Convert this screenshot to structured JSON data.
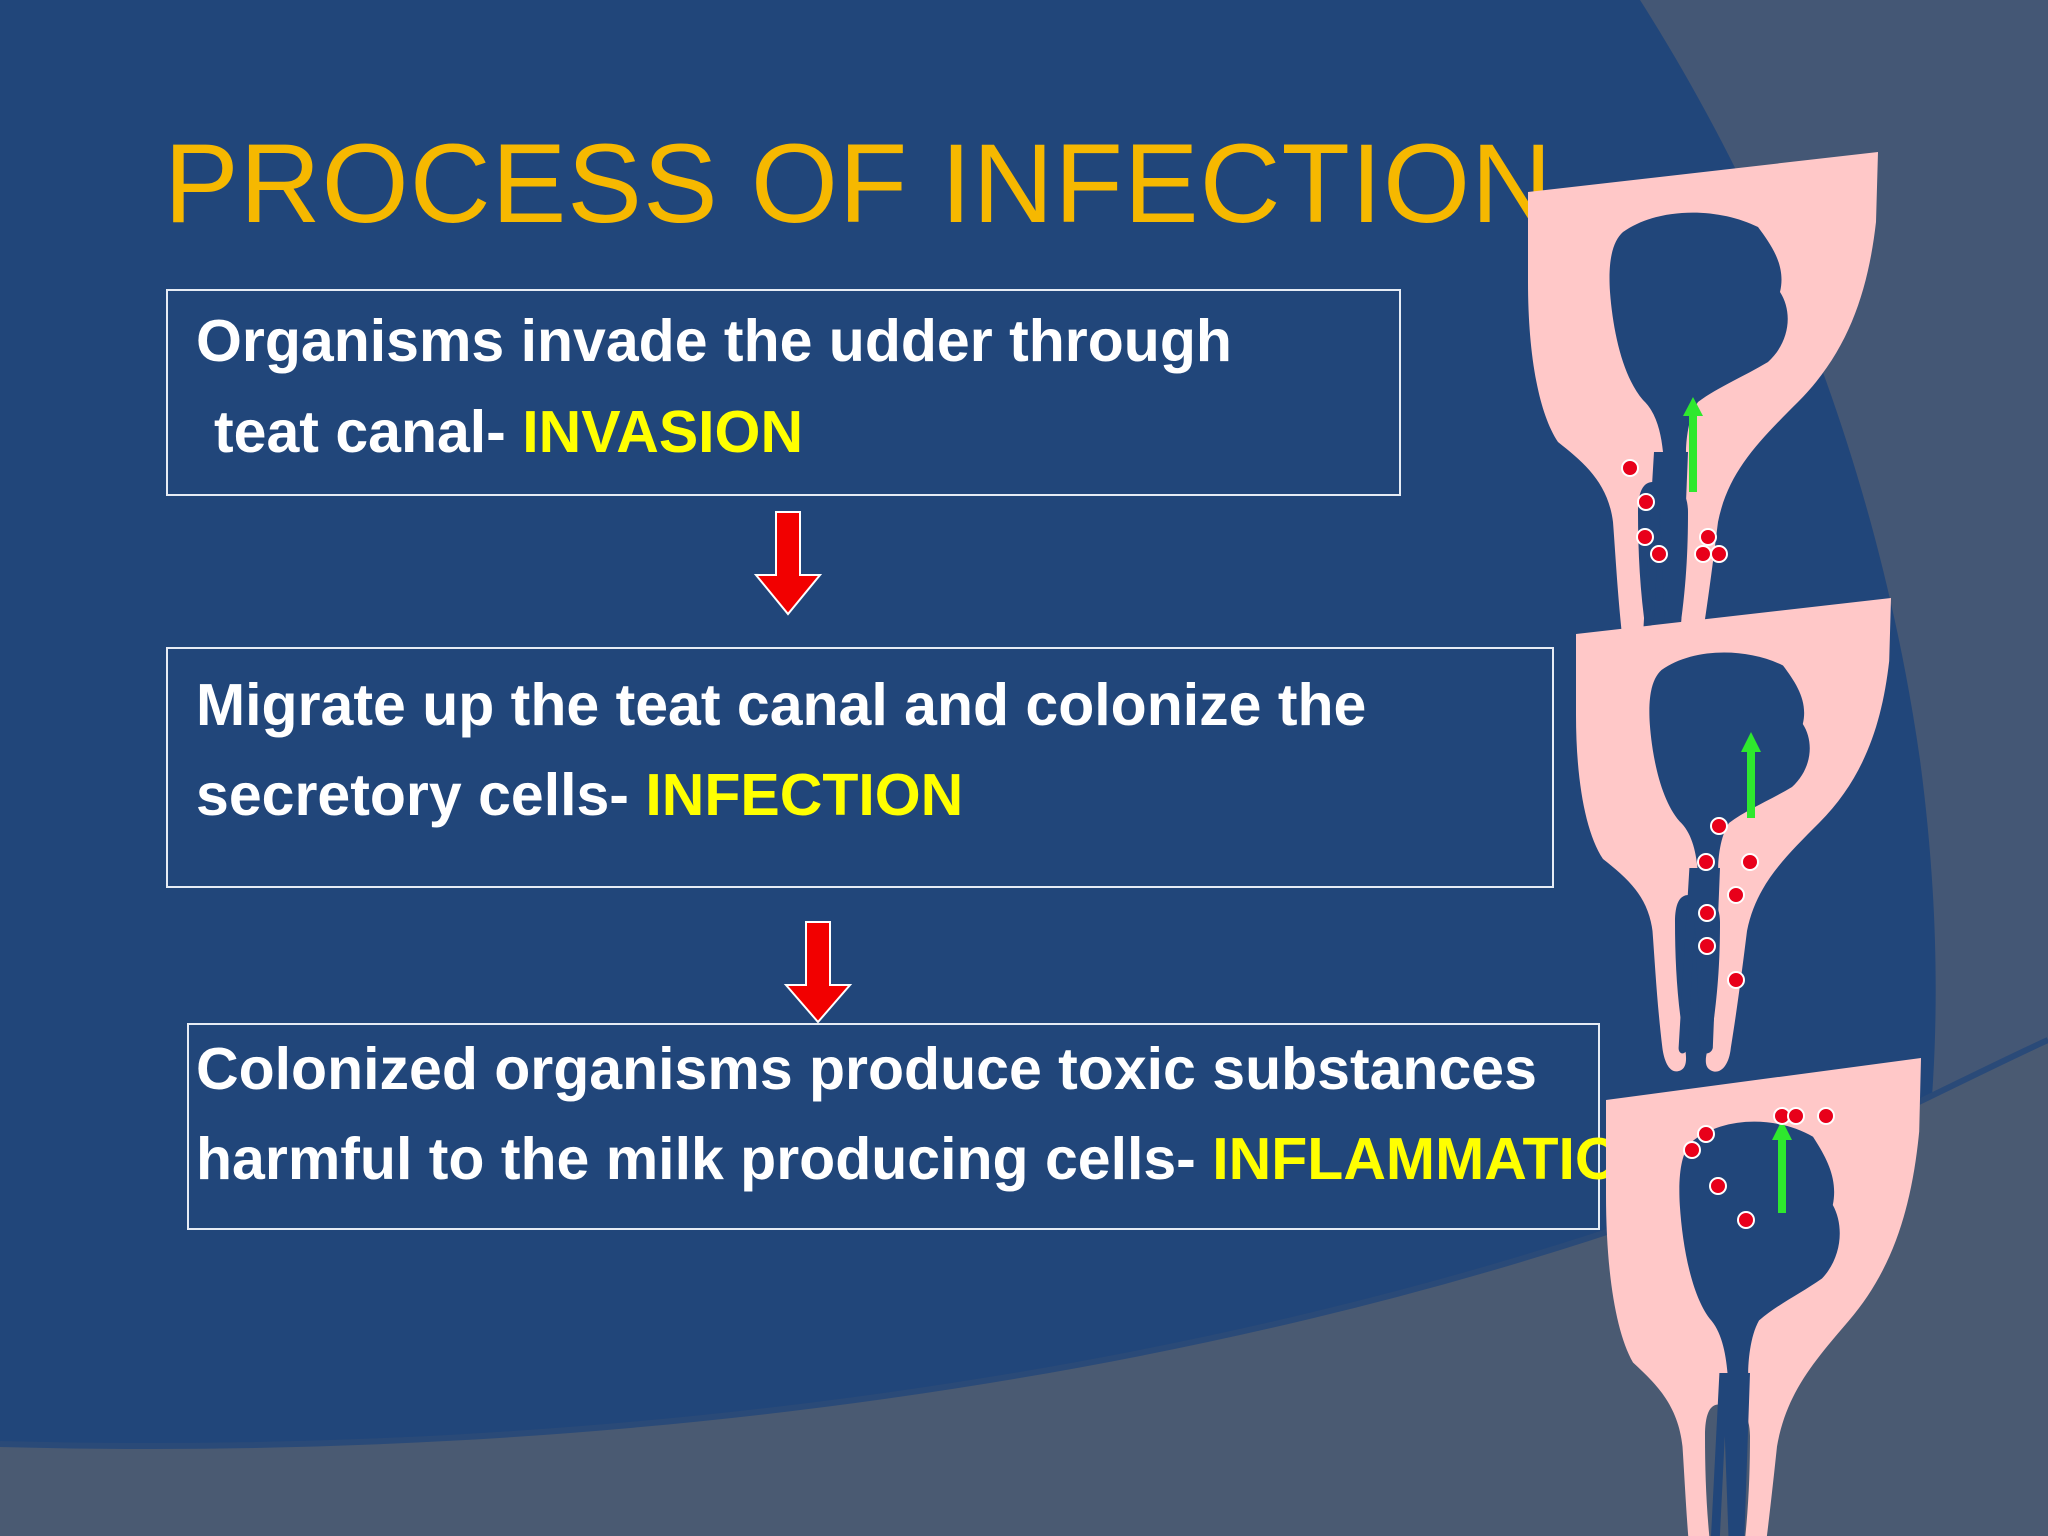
{
  "slide": {
    "title": "PROCESS OF INFECTION",
    "steps": [
      {
        "line1": "Organisms invade the udder through",
        "line2_prefix": "teat canal- ",
        "keyword": "INVASION"
      },
      {
        "line1": "Migrate up the teat canal and colonize the",
        "line2_prefix": "secretory cells- ",
        "keyword": "INFECTION"
      },
      {
        "line1": "Colonized organisms produce toxic substances",
        "line2_prefix": "harmful to the milk producing cells- ",
        "keyword": "INFLAMMATION"
      }
    ]
  },
  "colors": {
    "background": "#21467a",
    "title": "#f6b800",
    "keyword": "#ffff00",
    "udder": "#ffc8c8",
    "bacteria": "#e8001a",
    "flow_arrow": "#2ee82e",
    "step_arrow": "#f20000"
  },
  "icons": [
    "down-arrow-icon",
    "udder-diagram-invasion",
    "udder-diagram-infection",
    "udder-diagram-inflammation"
  ]
}
